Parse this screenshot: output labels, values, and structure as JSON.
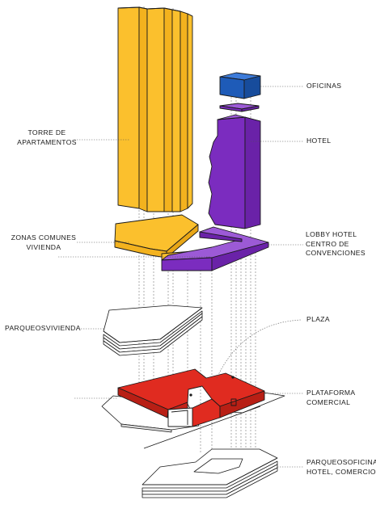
{
  "colors": {
    "tower_yellow": "#FBC02D",
    "hotel_purple": "#7B2CBF",
    "offices_blue": "#1E5BB8",
    "platform_red": "#E02B20",
    "outline": "#1a1a1a",
    "leader": "#555555"
  },
  "labels": {
    "oficinas": "OFICINAS",
    "hotel": "HOTEL",
    "torre_line1": "TORRE DE",
    "torre_line2": "APARTAMENTOS",
    "lobby_line1": "LOBBY HOTEL",
    "lobby_line2": "CENTRO DE",
    "lobby_line3": "CONVENCIONES",
    "zonas_line1": "ZONAS COMUNES",
    "zonas_line2": "VIVIENDA",
    "plaza": "PLAZA",
    "parqueo_vivienda": "PARQUEOSVIVIENDA",
    "plataforma_line1": "PLATAFORMA",
    "plataforma_line2": "COMERCIAL",
    "parqueos_line1": "PARQUEOSOFICINAS,",
    "parqueos_line2": "HOTEL, COMERCIO"
  }
}
